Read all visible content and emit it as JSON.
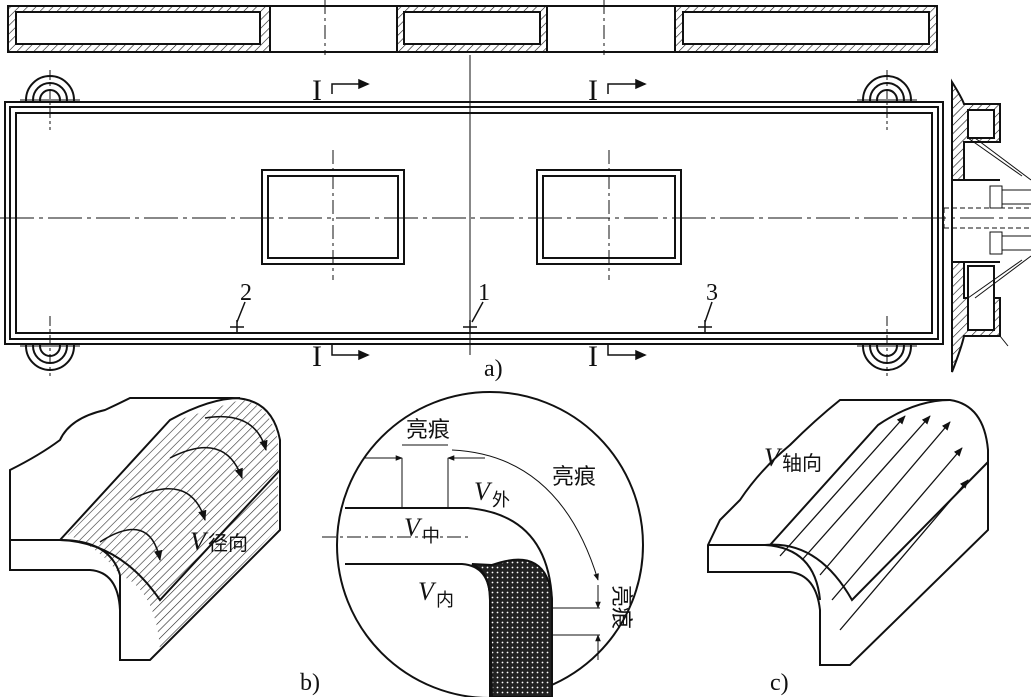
{
  "labels": {
    "section_mark": "I",
    "point_1": "1",
    "point_2": "2",
    "point_3": "3",
    "view_a": "a)",
    "view_b": "b)",
    "view_c": "c)",
    "velocity_symbol": "V",
    "radial_sub": "径向",
    "axial_sub": "轴向",
    "outer_sub": "外",
    "middle_sub": "中",
    "inner_sub": "内",
    "bright_mark_top": "亮痕",
    "bright_mark_arc": "亮痕",
    "bright_mark_side": "亮痕"
  },
  "colors": {
    "ink": "#111111",
    "paper": "#ffffff"
  }
}
